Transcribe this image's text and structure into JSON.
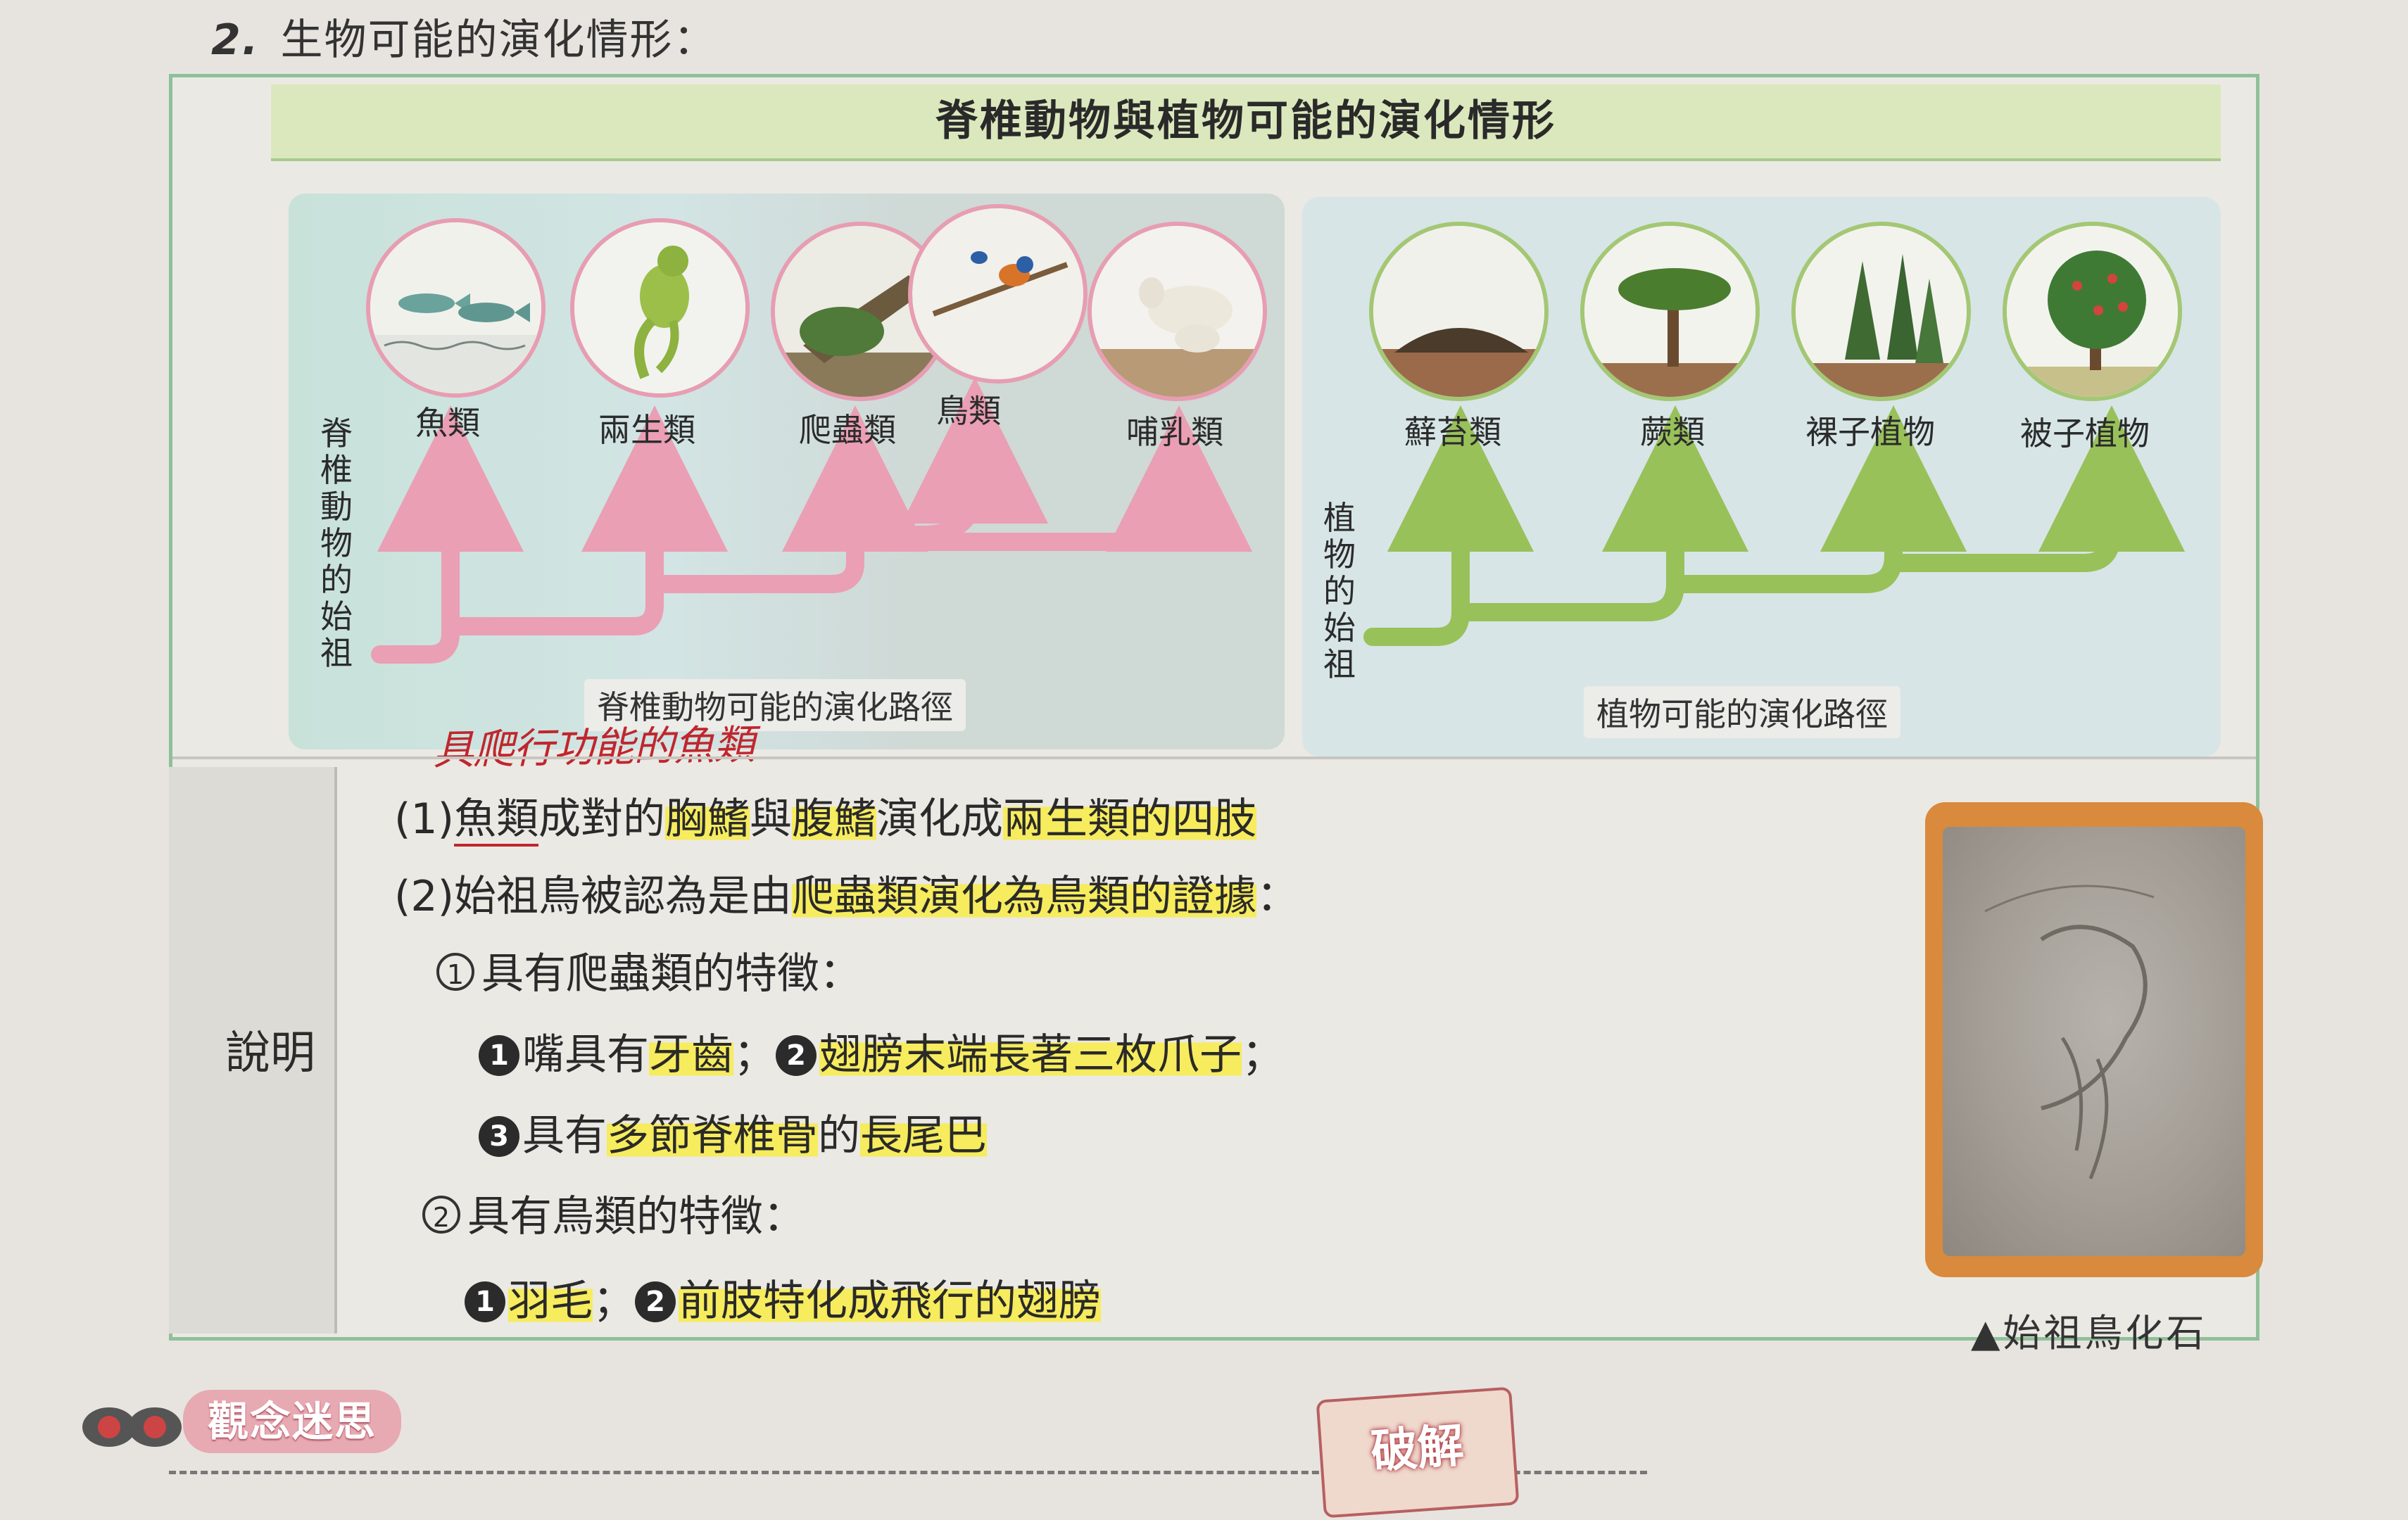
{
  "heading": {
    "number": "2.",
    "text": "生物可能的演化情形："
  },
  "title": "脊椎動物與植物可能的演化情形",
  "vertebrate": {
    "ancestor": [
      "脊",
      "椎",
      "動",
      "物",
      "的",
      "始",
      "祖"
    ],
    "groups": [
      "魚類",
      "兩生類",
      "爬蟲類",
      "鳥類",
      "哺乳類"
    ],
    "caption": "脊椎動物可能的演化路徑",
    "color": "#ea9fb4"
  },
  "plants": {
    "ancestor": [
      "植",
      "物",
      "的",
      "始",
      "祖"
    ],
    "groups": [
      "蘚苔類",
      "蕨類",
      "裸子植物",
      "被子植物"
    ],
    "caption": "植物可能的演化路徑",
    "color": "#98c15a"
  },
  "annotation": "具爬行功能的魚類",
  "explain": {
    "label": "說明",
    "l1": {
      "a": "(1)",
      "b": "魚類",
      "c": "成對的",
      "d": "胸鰭",
      "e": "與",
      "f": "腹鰭",
      "g": "演化成",
      "h": "兩生類的四肢"
    },
    "l2": {
      "a": "(2)始祖鳥被認為是由",
      "b": "爬蟲類演化為鳥類的證據",
      "c": "："
    },
    "l3": {
      "num": "1",
      "text": "具有爬蟲類的特徵："
    },
    "l4": {
      "b1": "1",
      "a": "嘴具有",
      "b": "牙齒",
      "c": "；",
      "b2": "2",
      "d": "翅膀末端長著",
      "e": "三枚爪子",
      "f": "；"
    },
    "l5": {
      "b3": "3",
      "a": "具有",
      "b": "多節脊椎骨",
      "c": "的",
      "d": "長尾巴"
    },
    "l6": {
      "num": "2",
      "text": "具有鳥類的特徵："
    },
    "l7": {
      "b1": "1",
      "a": "羽毛",
      "b": "；",
      "b2": "2",
      "c": "前肢特化成飛行的翅膀"
    }
  },
  "fossil_caption": "▲始祖鳥化石",
  "misconception": "觀念迷思",
  "solution": "破解"
}
